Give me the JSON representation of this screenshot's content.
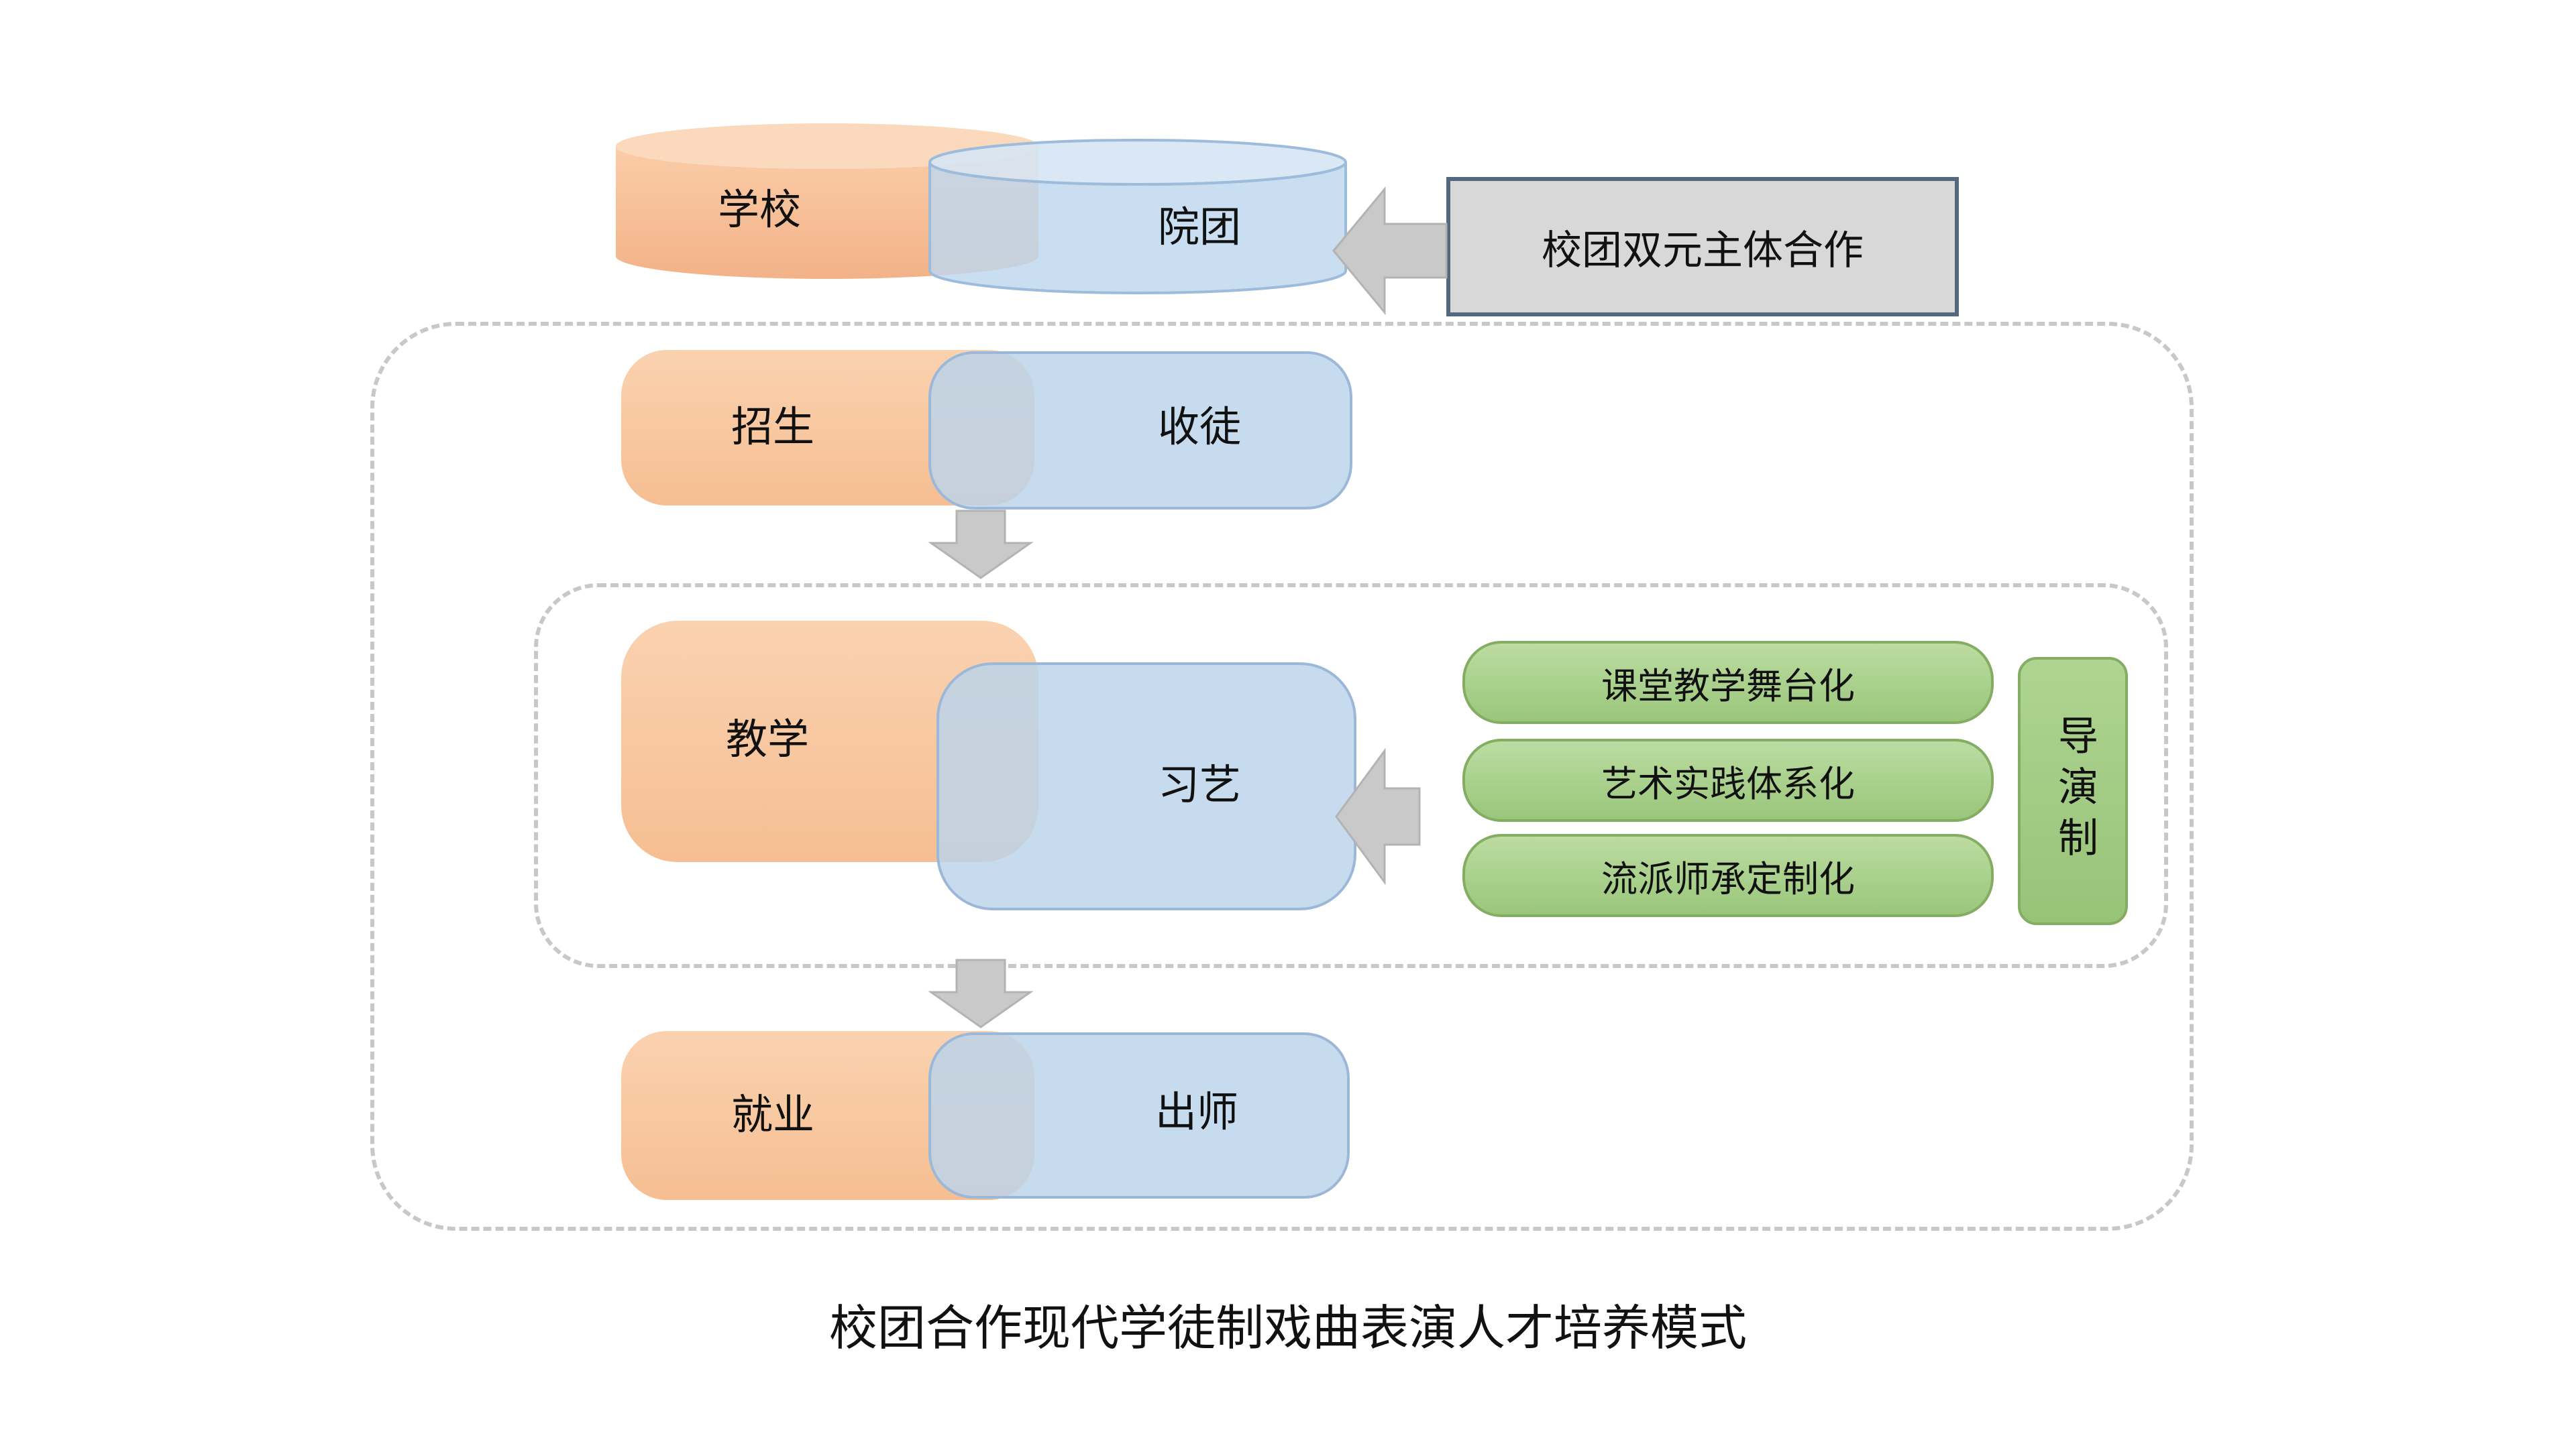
{
  "palette": {
    "orange_fill": "#F8CBAD",
    "blue_fill": "#BDD7EE",
    "blue_border": "#9CB8D8",
    "green_fill": "#A9D18E",
    "green_border": "#83AD62",
    "gray_box_fill": "#D8D8D8",
    "gray_box_border": "#54687F",
    "arrow_gray": "#C9C9C9",
    "dashed_border": "#C8C8C8"
  },
  "top": {
    "school": "学校",
    "troupe": "院团",
    "cooperation": "校团双元主体合作"
  },
  "stages": {
    "recruit_school": "招生",
    "recruit_troupe": "收徒",
    "teach_school": "教学",
    "teach_troupe": "习艺",
    "employ_school": "就业",
    "employ_troupe": "出师"
  },
  "methods": [
    "课堂教学舞台化",
    "艺术实践体系化",
    "流派师承定制化"
  ],
  "director_system": "导演制",
  "caption": "校团合作现代学徒制戏曲表演人才培养模式"
}
